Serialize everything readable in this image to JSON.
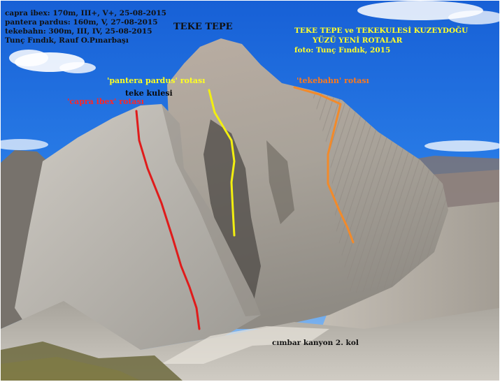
{
  "photo": {
    "description_icon": "mountain-photo",
    "colors": {
      "sky": "#1e6fe0",
      "rock": "#b7b3ab",
      "route_capra_ibex": "#e01b1b",
      "route_pantera_pardus": "#f2ef10",
      "route_tekebahn": "#f28a2a"
    }
  },
  "credits": {
    "line1": "capra ibex: 170m,  III+, V+, 25-08-2015",
    "line2": "pantera pardus: 160m, V,  27-08-2015",
    "line3": "tekebahn: 300m, III, IV, 25-08-2015",
    "line4": "Tunç Fındık, Rauf O.Pınarbaşı"
  },
  "peak_label": "TEKE TEPE",
  "heading": {
    "line1": "TEKE TEPE ve TEKEKULESİ KUZEYDOĞU",
    "line2": "YÜZÜ YENİ ROTALAR",
    "line3": "foto: Tunç Fındık, 2015"
  },
  "routes": {
    "pantera_pardus": "'pantera pardus' rotası",
    "tekebahn": "'tekebahn' rotası",
    "capra_ibex": "'capra ibex' rotası"
  },
  "tower_label": "teke kulesi",
  "canyon_label": "cımbar kanyon 2. kol"
}
